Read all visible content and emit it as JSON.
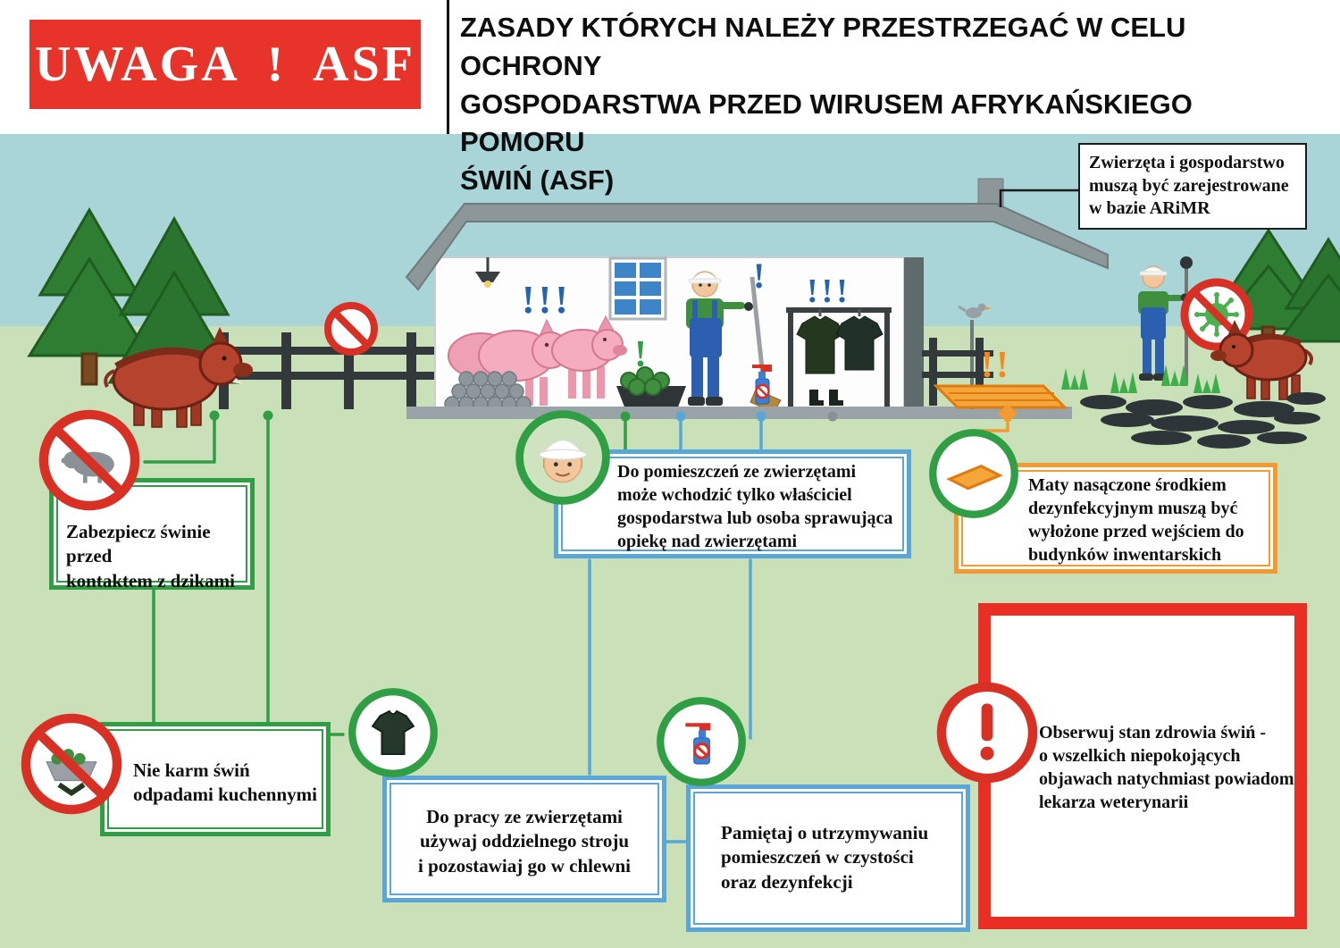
{
  "header": {
    "banner_label": "UWAGA ! ASF",
    "title": "ZASADY KTÓRYCH NALEŻY PRZESTRZEGAĆ W CELU OCHRONY\nGOSPODARSTWA PRZED WIRUSEM AFRYKAŃSKIEGO POMORU\nŚWIŃ (ASF)"
  },
  "scene": {
    "registration_note": "Zwierzęta i gospodarstwo\nmuszą być zarejestrowane\nw bazie ARiMR",
    "marks": {
      "pigs": "!!!",
      "trough": "!",
      "farmer": "!",
      "rack": "!!!",
      "yard": "!!"
    }
  },
  "callouts": [
    {
      "id": "no-boar-contact",
      "icon": "no-boar-icon",
      "accent": "#2f9e44",
      "text": "Zabezpiecz świnie przed\nkontaktem z dzikami"
    },
    {
      "id": "restricted-entry",
      "icon": "farmer-face-icon",
      "accent": "#58a7d8",
      "text": "Do pomieszczeń ze zwierzętami\nmoże wchodzić tylko właściciel\ngospodarstwa lub osoba sprawująca\nopiekę nad zwierzętami"
    },
    {
      "id": "disinfection-mats",
      "icon": "disinfection-mat-icon",
      "accent": "#f39a33",
      "text": "Maty nasączone środkiem\ndezynfekcyjnym muszą być\nwyłożone przed wejściem do\nbudynków inwentarskich"
    },
    {
      "id": "no-kitchen-waste",
      "icon": "no-kitchen-waste-icon",
      "accent": "#2f9e44",
      "text": "Nie karm świń\nodpadami kuchennymi"
    },
    {
      "id": "separate-clothing",
      "icon": "work-clothes-icon",
      "accent": "#58a7d8",
      "text": "Do pracy ze zwierzętami\nużywaj oddzielnego stroju\ni pozostawiaj go w chlewni"
    },
    {
      "id": "keep-clean",
      "icon": "disinfectant-spray-icon",
      "accent": "#58a7d8",
      "text": "Pamiętaj o utrzymywaniu\npomieszczeń w czystości\noraz dezynfekcji"
    },
    {
      "id": "observe-health",
      "icon": "warning-exclamation-icon",
      "accent": "#ea2e24",
      "text": "Obserwuj stan zdrowia świń -\no wszelkich niepokojących\nobjawach natychmiast powiadom\nlekarza weterynarii"
    }
  ],
  "colors": {
    "banner_red": "#e8332a",
    "sky": "#a9d5d8",
    "grass": "#c9e0b8",
    "green_accent": "#2f9e44",
    "blue_accent": "#58a7d8",
    "orange_accent": "#f39a33",
    "red_accent": "#ea2e24"
  }
}
